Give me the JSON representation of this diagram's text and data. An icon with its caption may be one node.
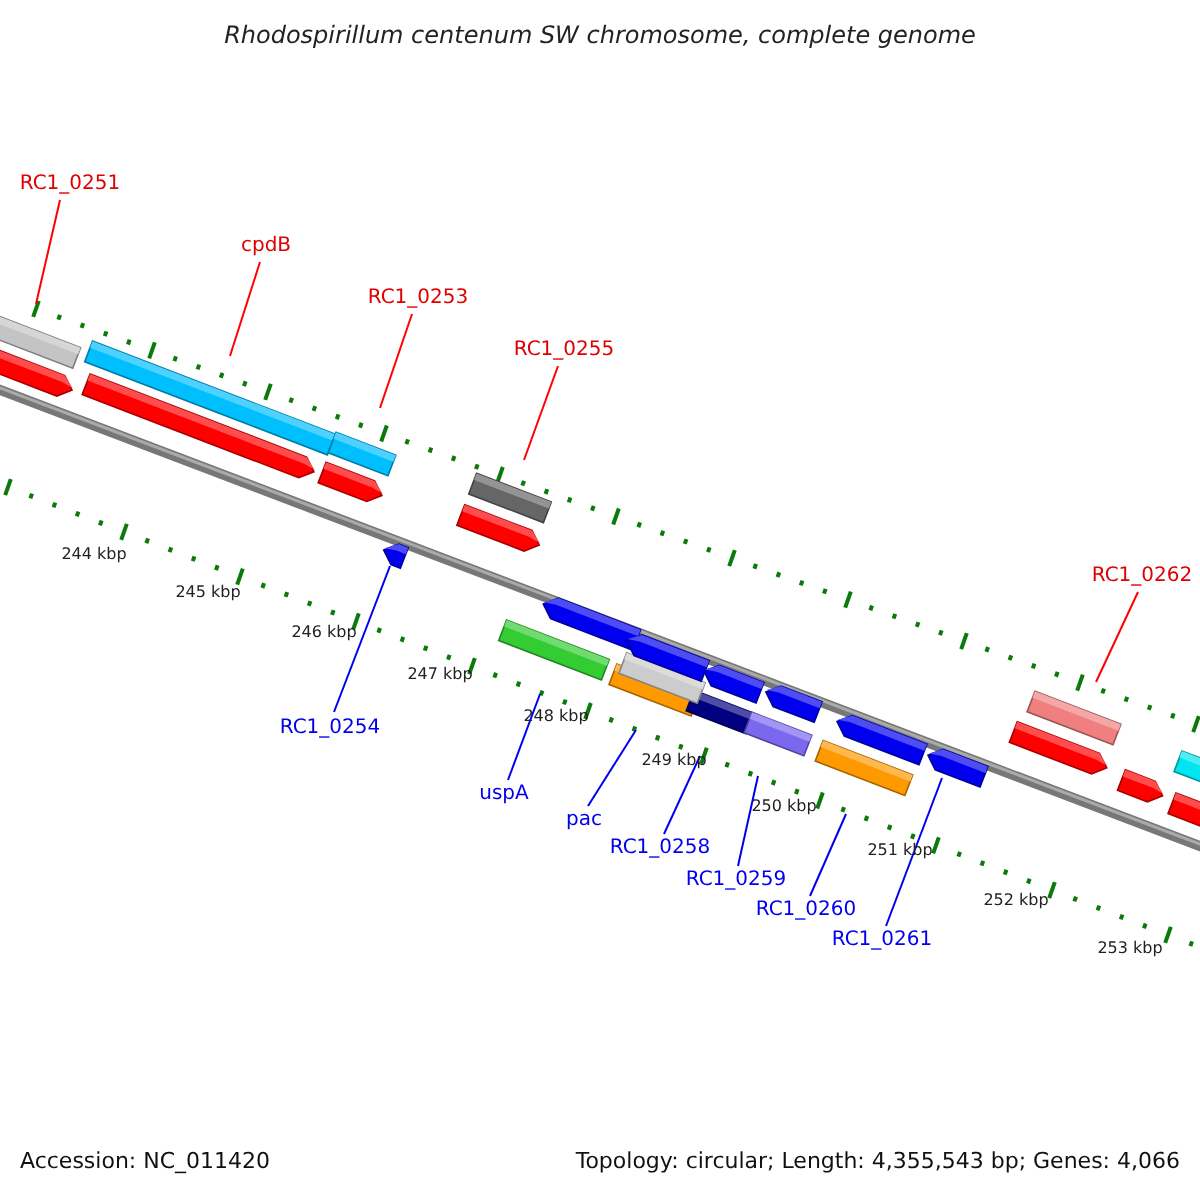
{
  "diagram": {
    "title": "Rhodospirillum centenum SW chromosome, complete genome",
    "nodes": [
      {
        "text": [
          "RC1_0251"
        ]
      },
      {
        "text": [],
        "shape": "box"
      },
      {
        "text": [
          "cpdB"
        ]
      },
      {
        "text": [],
        "shape": "box"
      },
      {
        "text": [
          "RC1_0253"
        ]
      },
      {
        "text": [],
        "shape": "box"
      },
      {
        "text": [
          "RC1_0255"
        ]
      },
      {
        "text": [],
        "shape": "box"
      },
      {
        "text": [
          "RC1_0262"
        ]
      },
      {
        "text": [],
        "shape": "box"
      },
      {
        "text": [
          "RC1_0254"
        ]
      },
      {
        "text": [],
        "shape": "arrow"
      },
      {
        "text": [
          "uspA"
        ]
      },
      {
        "text": [],
        "shape": "box"
      },
      {
        "text": [
          "pac"
        ]
      },
      {
        "text": [],
        "shape": "box"
      },
      {
        "text": [
          "RC1_0258"
        ]
      },
      {
        "text": [],
        "shape": "box"
      },
      {
        "text": [
          "RC1_0259"
        ]
      },
      {
        "text": [],
        "shape": "box"
      },
      {
        "text": [
          "RC1_0260"
        ]
      },
      {
        "text": [],
        "shape": "box"
      },
      {
        "text": [
          "RC1_0261"
        ]
      },
      {
        "text": [],
        "shape": "arrow"
      },
      {
        "text": [],
        "shape": "arrow"
      },
      {
        "text": [],
        "shape": "arrow"
      },
      {
        "text": [],
        "shape": "arrow"
      },
      {
        "text": [],
        "shape": "arrow"
      },
      {
        "text": [],
        "shape": "arrow"
      },
      {
        "text": [],
        "shape": "box"
      },
      {
        "text": [],
        "shape": "arrow"
      },
      {
        "text": [],
        "shape": "arrow"
      },
      {
        "text": [],
        "shape": "arrow"
      },
      {
        "text": [],
        "shape": "arrow"
      },
      {
        "text": [],
        "shape": "arrow"
      },
      {
        "text": [],
        "shape": "arrow"
      },
      {
        "text": [],
        "shape": "arrow"
      },
      {
        "text": [],
        "shape": "box"
      }
    ],
    "edges": [
      {
        "from": 0,
        "to": 1,
        "arrow": "none",
        "color": "#ff0000"
      },
      {
        "from": 2,
        "to": 3,
        "arrow": "none",
        "color": "#ff0000"
      },
      {
        "from": 4,
        "to": 5,
        "arrow": "none",
        "color": "#ff0000"
      },
      {
        "from": 6,
        "to": 7,
        "arrow": "none",
        "color": "#ff0000"
      },
      {
        "from": 8,
        "to": 9,
        "arrow": "none",
        "color": "#ff0000"
      },
      {
        "from": 10,
        "to": 11,
        "arrow": "none"
      },
      {
        "from": 12,
        "to": 13,
        "arrow": "none"
      },
      {
        "from": 14,
        "to": 15,
        "arrow": "none"
      },
      {
        "from": 16,
        "to": 17,
        "arrow": "none"
      },
      {
        "from": 18,
        "to": 19,
        "arrow": "none"
      },
      {
        "from": 20,
        "to": 21,
        "arrow": "none"
      },
      {
        "from": 22,
        "to": 23,
        "arrow": "none"
      }
    ],
    "labels": [
      "244 kbp",
      "245 kbp",
      "246 kbp",
      "247 kbp",
      "248 kbp",
      "249 kbp",
      "250 kbp",
      "251 kbp",
      "252 kbp",
      "253 kbp",
      "Accession: NC_011420",
      "Topology: circular; Length: 4,355,543 bp; Genes: 4,066"
    ]
  }
}
